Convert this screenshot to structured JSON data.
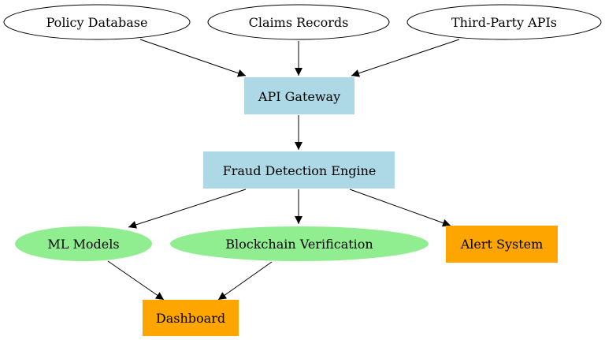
{
  "nodes": {
    "policy_db": {
      "label": "Policy Database",
      "shape": "ellipse",
      "fill": "#ffffff"
    },
    "claims": {
      "label": "Claims Records",
      "shape": "ellipse",
      "fill": "#ffffff"
    },
    "third_party": {
      "label": "Third-Party APIs",
      "shape": "ellipse",
      "fill": "#ffffff"
    },
    "gateway": {
      "label": "API Gateway",
      "shape": "box",
      "fill": "#add8e6"
    },
    "engine": {
      "label": "Fraud Detection Engine",
      "shape": "box",
      "fill": "#add8e6"
    },
    "ml": {
      "label": "ML Models",
      "shape": "ellipse",
      "fill": "#90ee90"
    },
    "blockchain": {
      "label": "Blockchain Verification",
      "shape": "ellipse",
      "fill": "#90ee90"
    },
    "alert": {
      "label": "Alert System",
      "shape": "box",
      "fill": "#ffa500"
    },
    "dashboard": {
      "label": "Dashboard",
      "shape": "box",
      "fill": "#ffa500"
    }
  },
  "edges": [
    [
      "policy_db",
      "gateway"
    ],
    [
      "claims",
      "gateway"
    ],
    [
      "third_party",
      "gateway"
    ],
    [
      "gateway",
      "engine"
    ],
    [
      "engine",
      "ml"
    ],
    [
      "engine",
      "blockchain"
    ],
    [
      "engine",
      "alert"
    ],
    [
      "ml",
      "dashboard"
    ],
    [
      "blockchain",
      "dashboard"
    ]
  ]
}
